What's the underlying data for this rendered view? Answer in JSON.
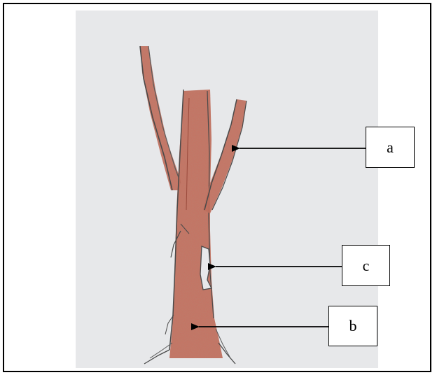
{
  "labels": {
    "a": "a",
    "b": "b",
    "c": "c"
  },
  "colors": {
    "frame": "#000000",
    "paper": "#e7e8ea",
    "stem_fill": "#c46a58",
    "pencil_outline": "#4a4a4a",
    "arrow": "#000000"
  }
}
